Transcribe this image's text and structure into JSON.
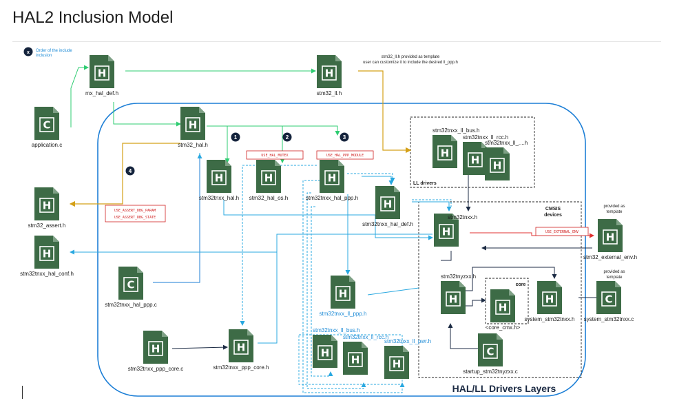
{
  "page": {
    "title": "HAL2 Inclusion Model"
  },
  "legend": {
    "badge": "x",
    "text_line1": "Order of the include",
    "text_line2": "inclusion"
  },
  "notes": {
    "ll_template_line1": "stm32_ll.h provided as template",
    "ll_template_line2": "user can customize it to include the desired ll_ppp.h",
    "provided_as": "provided as",
    "template": "template"
  },
  "files": {
    "mx_hal_def": {
      "name": "mx_hal_def.h",
      "type": "H"
    },
    "stm32_ll": {
      "name": "stm32_ll.h",
      "type": "H"
    },
    "application": {
      "name": "application.c",
      "type": "C"
    },
    "stm32_hal": {
      "name": "stm32_hal.h",
      "type": "H"
    },
    "stm32tnxx_hal": {
      "name": "stm32tnxx_hal.h",
      "type": "H"
    },
    "stm32_hal_os": {
      "name": "stm32_hal_os.h",
      "type": "H"
    },
    "stm32tnxx_hal_ppp": {
      "name": "stm32tnxx_hal_ppp.h",
      "type": "H"
    },
    "stm32tnxx_hal_def": {
      "name": "stm32tnxx_hal_def.h",
      "type": "H"
    },
    "stm32_assert": {
      "name": "stm32_assert.h",
      "type": "H"
    },
    "stm32tnxx_hal_conf": {
      "name": "stm32tnxx_hal_conf.h",
      "type": "H"
    },
    "stm32tnxx_hal_ppp_c": {
      "name": "stm32tnxx_hal_ppp.c",
      "type": "C"
    },
    "stm32tnxx_ppp_core_c": {
      "name": "stm32tnxx_ppp_core.c",
      "type": "H"
    },
    "stm32tnxx_ppp_core_h": {
      "name": "stm32tnxx_ppp_core.h",
      "type": "H"
    },
    "stm32tnxx_ll_ppp": {
      "name": "stm32tnxx_ll_ppp.h",
      "type": "H"
    },
    "ll_bus_bottom": {
      "name": "stm32tnxx_ll_bus.h",
      "type": "H"
    },
    "ll_rcc_bottom": {
      "name": "stm32tnxx_ll_rcc.h",
      "type": "H"
    },
    "ll_pwr_bottom": {
      "name": "stm32tnxx_ll_pwr.h",
      "type": "H"
    },
    "ll_bus_top": {
      "name": "stm32tnxx_ll_bus.h",
      "type": "H"
    },
    "ll_rcc_top": {
      "name": "stm32tnxx_ll_rcc.h",
      "type": "H"
    },
    "ll_dots_top": {
      "name": "stm32tnxx_ll_....h",
      "type": "H"
    },
    "stm32tnxx": {
      "name": "stm32tnxx.h",
      "type": "H"
    },
    "stm32tnyzxx": {
      "name": "stm32tnyzxx.h",
      "type": "H"
    },
    "core_cmx": {
      "name": "<core_cmx.h>",
      "type": "H"
    },
    "system_h": {
      "name": "system_stm32tnxx.h",
      "type": "H"
    },
    "startup_c": {
      "name": "startup_stm32tnyzxx.c",
      "type": "C"
    },
    "external_env": {
      "name": "stm32_external_env.h",
      "type": "H"
    },
    "system_c": {
      "name": "system_stm32tnxx.c",
      "type": "C"
    }
  },
  "regions": {
    "ll_drivers": "LL drivers",
    "cmsis_line1": "CMSIS",
    "cmsis_line2": "devices",
    "core": "core",
    "hal_ll_layers": "HAL/LL Drivers Layers"
  },
  "defines": {
    "use_hal_mutex": "USE_HAL_MUTEX",
    "use_hal_ppp_module": "USE_HAL_PPP_MODULE",
    "assert_line1": "USE_ASSERT_DBG_PARAM",
    "assert_line2": "USE_ASSERT_DBG_STATE",
    "external_env": "USE_EXTERNAL_ENV"
  },
  "badges": {
    "b1": "1",
    "b2": "2",
    "b3": "3",
    "b4": "4"
  },
  "colors": {
    "file_green": "#3d6b46",
    "arrow_green": "#2ecc71",
    "arrow_blue": "#29a8e0",
    "arrow_gold": "#d4a017",
    "arrow_red": "#e03030",
    "arrow_navy": "#1c2b44",
    "region_blue": "#1d7fd6"
  }
}
